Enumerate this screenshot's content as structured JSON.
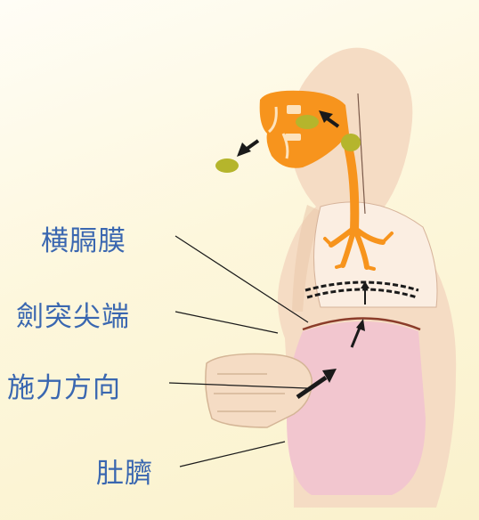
{
  "labels": {
    "diaphragm": "横膈膜",
    "xiphoid_tip": "劍突尖端",
    "force_direction": "施力方向",
    "navel": "肚臍"
  },
  "colors": {
    "label_text": "#3a67b0",
    "background": "#fdf7dc",
    "body_fill": "#f5dcc4",
    "airway": "#f7941d",
    "obstruction": "#b5b52c",
    "abdomen": "#f2c6cf",
    "diaphragm_line": "#8b3c2a",
    "arrow": "#1a1a1a"
  },
  "icons": {
    "expulsion_arrow": "arrow-left-down",
    "thrust_arrow": "arrow-up-right",
    "diaphragm_push_arrow": "arrow-up"
  }
}
